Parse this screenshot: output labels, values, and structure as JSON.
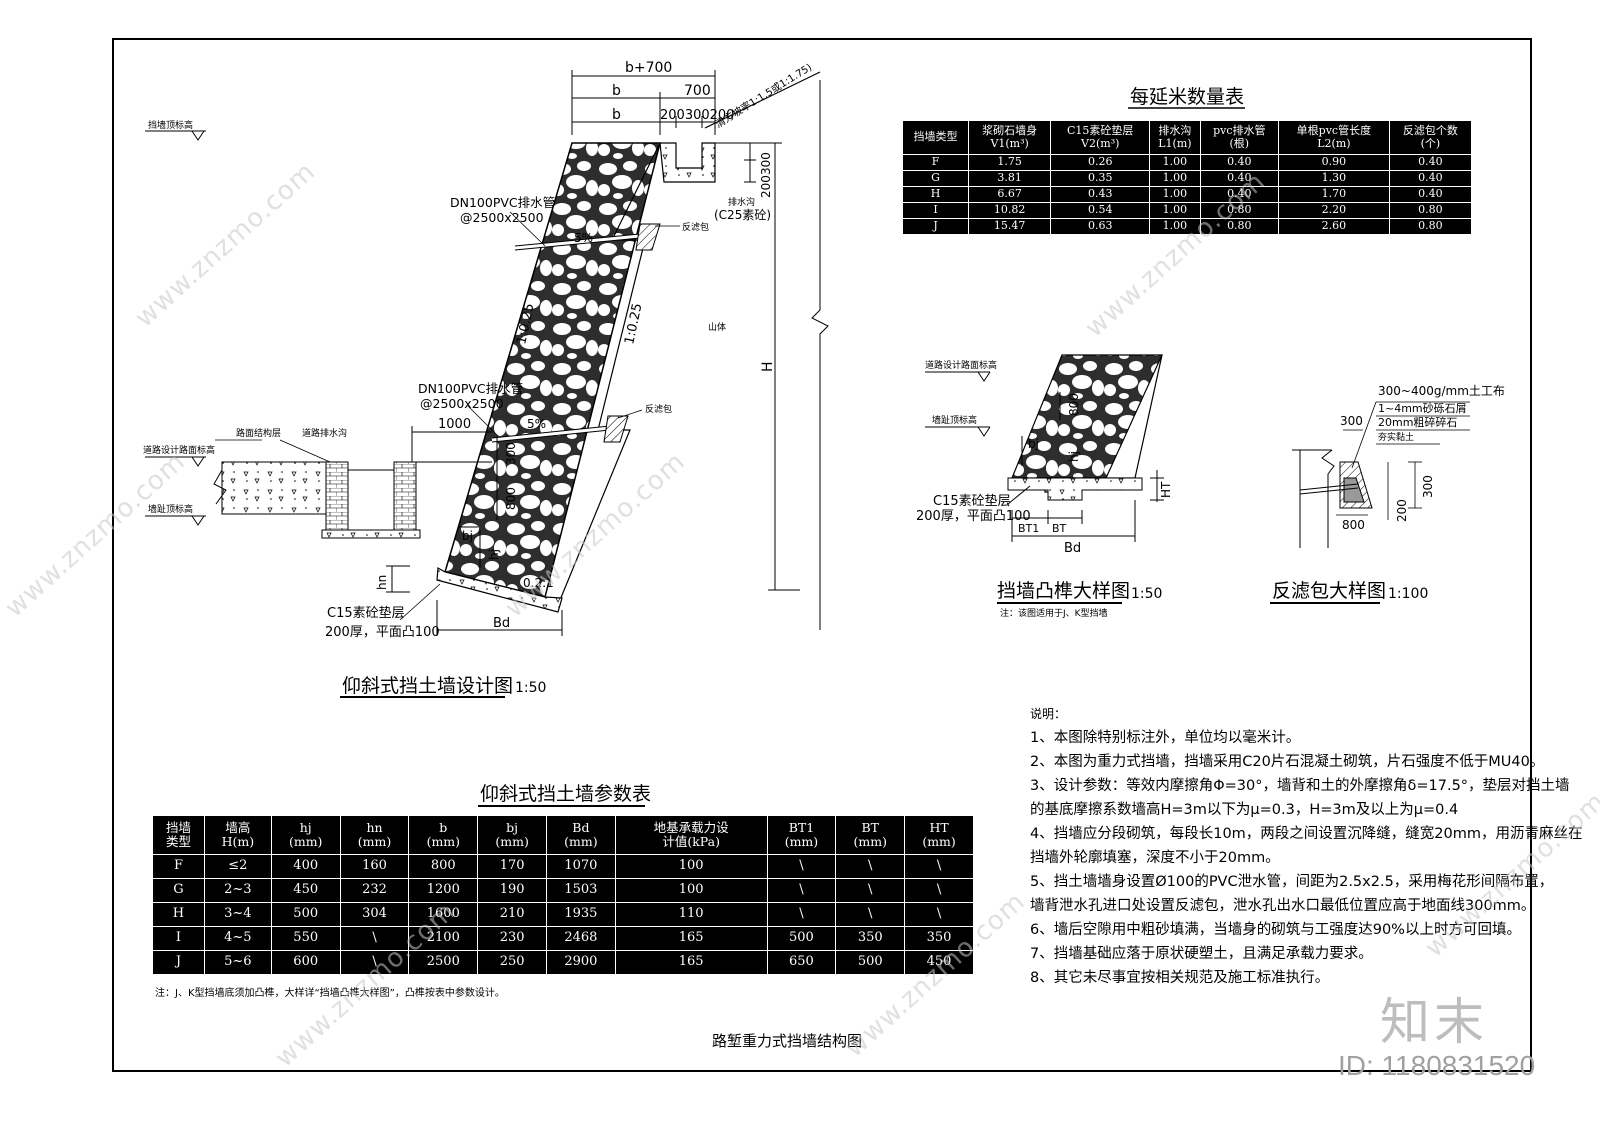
{
  "main_drawing": {
    "title": "仰斜式挡土墙设计图",
    "scale": "1:50",
    "dim_top": "b+700",
    "dim_b_a": "b",
    "dim_700": "700",
    "dim_b_b": "b",
    "dim_200_300_200": "200300200",
    "slope_label": "清方坡率1:1.5或1:1.75)",
    "dim_300_right": "300",
    "dim_200_right": "200",
    "drain_label": "排水沟",
    "drain_concrete": "(C25素砼)",
    "pvc_top_1": "DN100PVC排水管",
    "pvc_top_2": "@2500x2500",
    "pvc_mid_1": "DN100PVC排水管",
    "pvc_mid_2": "@2500x2500",
    "slope_5pct_top": "5%",
    "slope_5pct_mid": "5%",
    "filter_top": "反滤包",
    "filter_mid": "反滤包",
    "batter_front": "1:0.25",
    "batter_back": "1:0.25",
    "mountain": "山体",
    "height_H": "H",
    "wall_top_elev": "挡墙顶标高",
    "road_design_elev": "道路设计路面标高",
    "wall_bottom_elev": "墙趾顶标高",
    "pavement_layer": "路面结构层",
    "road_drain": "道路排水沟",
    "dim_1000": "1000",
    "dim_300_mid": "300",
    "dim_800": "800",
    "dim_hj": "hj",
    "dim_bj": "bj",
    "base_slope": "0.2:1",
    "dim_hn": "hn",
    "dim_Bd": "Bd",
    "c15_label": "C15素砼垫层",
    "c15_spec": "200厚，平面凸100"
  },
  "quantity_table": {
    "title": "每延米数量表",
    "headers": [
      "挡墙类型",
      "浆砌石墙身\nV1(m³)",
      "C15素砼垫层\nV2(m³)",
      "排水沟\nL1(m)",
      "pvc排水管\n(根)",
      "单根pvc管长度\nL2(m)",
      "反滤包个数\n(个)"
    ],
    "rows": [
      [
        "F",
        "1.75",
        "0.26",
        "1.00",
        "0.40",
        "0.90",
        "0.40"
      ],
      [
        "G",
        "3.81",
        "0.35",
        "1.00",
        "0.40",
        "1.30",
        "0.40"
      ],
      [
        "H",
        "6.67",
        "0.43",
        "1.00",
        "0.40",
        "1.70",
        "0.40"
      ],
      [
        "I",
        "10.82",
        "0.54",
        "1.00",
        "0.80",
        "2.20",
        "0.80"
      ],
      [
        "J",
        "15.47",
        "0.63",
        "1.00",
        "0.80",
        "2.60",
        "0.80"
      ]
    ]
  },
  "tenon_detail": {
    "title": "挡墙凸榫大样图",
    "scale": "1:50",
    "note": "注：该图适用于J、K型挡墙",
    "road_elev": "道路设计路面标高",
    "wall_elev": "墙趾顶标高",
    "dim_800": "800",
    "dim_hj": "hj",
    "dim_bj": "bj",
    "dim_HT": "HT",
    "dim_BT1": "BT1",
    "dim_BT": "BT",
    "dim_Bd": "Bd",
    "c15_label": "C15素砼垫层",
    "c15_spec": "200厚，平面凸100"
  },
  "filter_detail": {
    "title": "反滤包大样图",
    "scale": "1:100",
    "geotextile": "300~400g/mm土工布",
    "gravel_1": "1~4mm砂砾石屑",
    "gravel_2": "20mm粗碎碎石",
    "clay": "夯实黏土",
    "dim_300_top": "300",
    "dim_300_side": "300",
    "dim_200": "200",
    "dim_800": "800"
  },
  "param_table": {
    "title": "仰斜式挡土墙参数表",
    "headers": [
      "挡墙\n类型",
      "墙高\nH(m)",
      "hj\n(mm)",
      "hn\n(mm)",
      "b\n(mm)",
      "bj\n(mm)",
      "Bd\n(mm)",
      "地基承载力设\n计值(kPa)",
      "BT1\n(mm)",
      "BT\n(mm)",
      "HT\n(mm)"
    ],
    "rows": [
      [
        "F",
        "≤2",
        "400",
        "160",
        "800",
        "170",
        "1070",
        "100",
        "\\",
        "\\",
        "\\"
      ],
      [
        "G",
        "2~3",
        "450",
        "232",
        "1200",
        "190",
        "1503",
        "100",
        "\\",
        "\\",
        "\\"
      ],
      [
        "H",
        "3~4",
        "500",
        "304",
        "1600",
        "210",
        "1935",
        "110",
        "\\",
        "\\",
        "\\"
      ],
      [
        "I",
        "4~5",
        "550",
        "\\",
        "2100",
        "230",
        "2468",
        "165",
        "500",
        "350",
        "350"
      ],
      [
        "J",
        "5~6",
        "600",
        "\\",
        "2500",
        "250",
        "2900",
        "165",
        "650",
        "500",
        "450"
      ]
    ],
    "note": "注：J、K型挡墙底须加凸榫，大样详“挡墙凸榫大样图”，凸榫按表中参数设计。"
  },
  "notes": {
    "heading": "说明：",
    "items": [
      "1、本图除特别标注外，单位均以毫米计。",
      "2、本图为重力式挡墙，挡墙采用C20片石混凝土砌筑，片石强度不低于MU40。",
      "3、设计参数：等效内摩擦角Φ=30°，墙背和土的外摩擦角δ=17.5°，垫层对挡土墙",
      "的基底摩擦系数墙高H=3m以下为μ=0.3，H=3m及以上为μ=0.4",
      "4、挡墙应分段砌筑，每段长10m，两段之间设置沉降缝，缝宽20mm，用沥青麻丝在",
      "挡墙外轮廓填塞，深度不小于20mm。",
      "5、挡土墙墙身设置Ø100的PVC泄水管，间距为2.5x2.5，采用梅花形间隔布置，",
      "墙背泄水孔进口处设置反滤包，泄水孔出水口最低位置应高于地面线300mm。",
      "6、墙后空隙用中粗砂填满，当墙身的砌筑与工强度达90%以上时方可回填。",
      "7、挡墙基础应落于原状硬塑土，且满足承载力要求。",
      "8、其它未尽事宜按相关规范及施工标准执行。"
    ]
  },
  "sheet_title": "路堑重力式挡墙结构图",
  "watermark": {
    "logo": "知末",
    "site": "www.znzmo.com",
    "id": "ID: 1180831520"
  }
}
